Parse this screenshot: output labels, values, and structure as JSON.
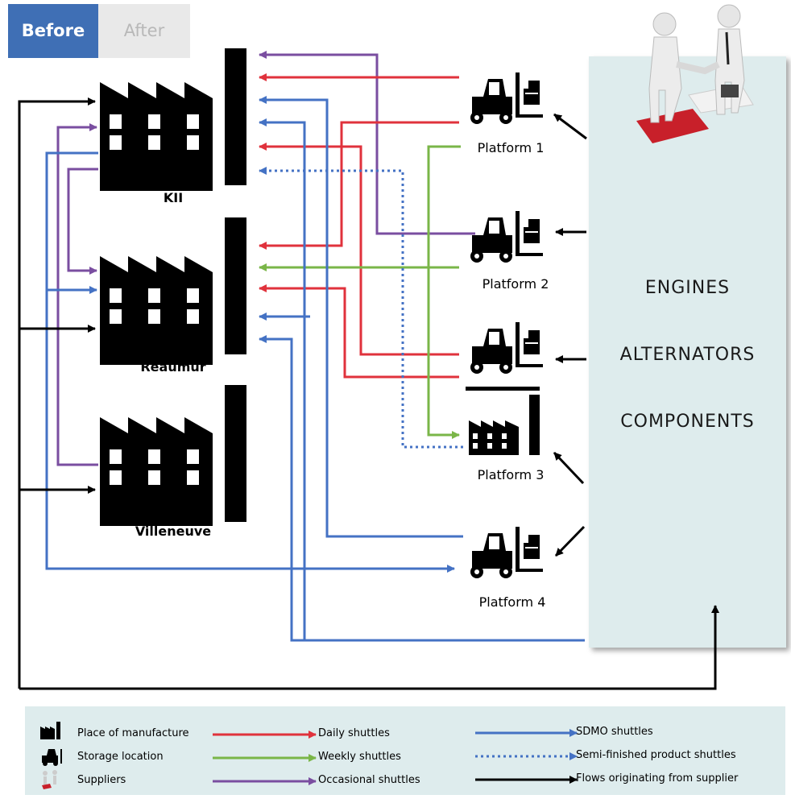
{
  "tabs": {
    "before": "Before",
    "after": "After"
  },
  "plants": {
    "kii": "KII",
    "reaumur": "Réaumur",
    "villeneuve": "Villeneuve"
  },
  "platforms": {
    "p1": "Platform 1",
    "p2": "Platform 2",
    "p3": "Platform 3",
    "p4": "Platform 4"
  },
  "supplier_block": {
    "items": [
      "ENGINES",
      "ALTERNATORS",
      "COMPONENTS"
    ]
  },
  "legend": {
    "manufacture": "Place of manufacture",
    "storage": "Storage location",
    "suppliers": "Suppliers",
    "daily": "Daily shuttles",
    "weekly": "Weekly shuttles",
    "occasional": "Occasional shuttles",
    "sdmo": "SDMO shuttles",
    "semi": "Semi-finished product shuttles",
    "supplier_flow": "Flows originating from supplier"
  },
  "colors": {
    "daily": "#e0323c",
    "weekly": "#7ab648",
    "occasional": "#7a4ea0",
    "sdmo": "#4472c4",
    "supplier": "#000000",
    "tab_active": "#3f6fb5",
    "panel": "#deeced"
  }
}
